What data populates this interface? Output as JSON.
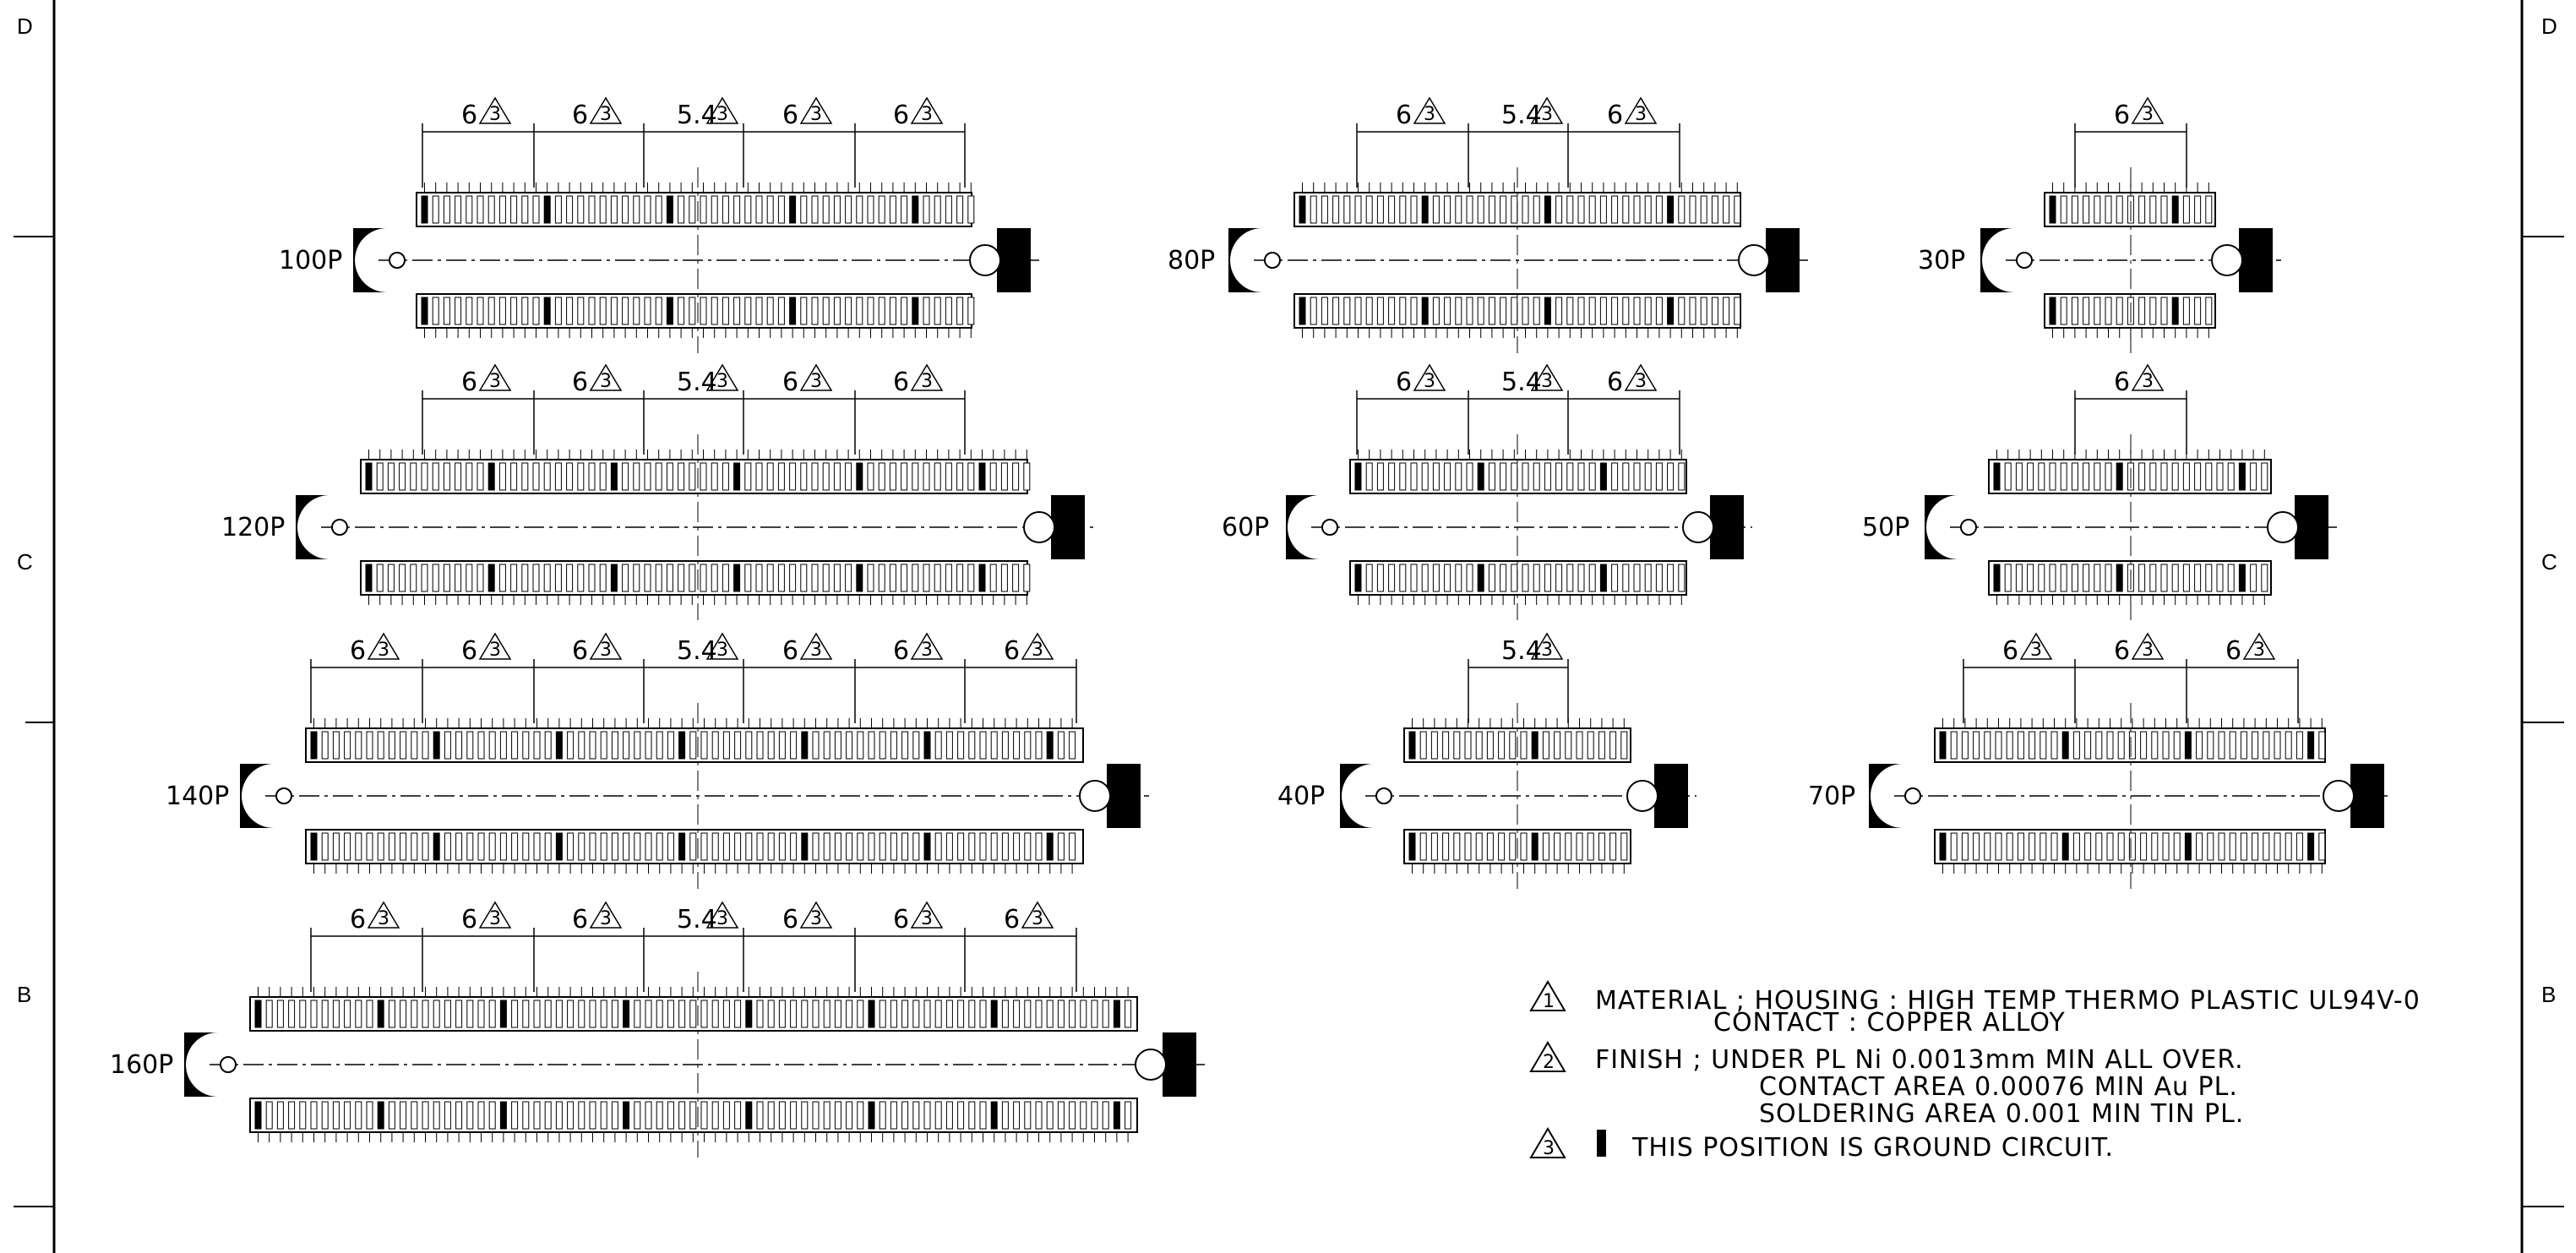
{
  "zones": {
    "left": [
      "D",
      "C",
      "B"
    ],
    "right": [
      "D",
      "C",
      "B"
    ]
  },
  "connectors": [
    {
      "label": "100P",
      "dims": [
        "6",
        "6",
        "5.4",
        "6",
        "6"
      ]
    },
    {
      "label": "120P",
      "dims": [
        "6",
        "6",
        "5.4",
        "6",
        "6"
      ]
    },
    {
      "label": "140P",
      "dims": [
        "6",
        "6",
        "6",
        "5.4",
        "6",
        "6",
        "6"
      ]
    },
    {
      "label": "160P",
      "dims": [
        "6",
        "6",
        "6",
        "5.4",
        "6",
        "6",
        "6"
      ]
    },
    {
      "label": "80P",
      "dims": [
        "6",
        "5.4",
        "6"
      ]
    },
    {
      "label": "60P",
      "dims": [
        "6",
        "5.4",
        "6"
      ]
    },
    {
      "label": "40P",
      "dims": [
        "5.4"
      ]
    },
    {
      "label": "30P",
      "dims": [
        "6"
      ]
    },
    {
      "label": "50P",
      "dims": [
        "6"
      ]
    },
    {
      "label": "70P",
      "dims": [
        "6",
        "6",
        "6"
      ]
    }
  ],
  "dim_note_marker": "3",
  "notes": [
    {
      "marker": "1",
      "lines": [
        "MATERIAL ; HOUSING : HIGH TEMP THERMO PLASTIC UL94V-0",
        "CONTACT : COPPER ALLOY"
      ]
    },
    {
      "marker": "2",
      "lines": [
        "FINISH ; UNDER PL Ni 0.0013mm MIN ALL OVER.",
        "CONTACT AREA 0.00076 MIN Au PL.",
        "SOLDERING AREA 0.001 MIN TIN PL."
      ]
    },
    {
      "marker": "3",
      "lines": [
        "THIS POSITION IS GROUND CIRCUIT."
      ]
    }
  ]
}
